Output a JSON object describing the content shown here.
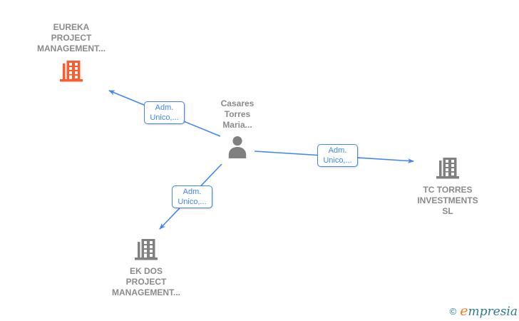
{
  "diagram": {
    "nodes": {
      "eureka": {
        "type": "company",
        "lines": [
          "EUREKA",
          "PROJECT",
          "MANAGEMENT..."
        ],
        "icon": "building-icon",
        "color": "#ff5b2e"
      },
      "person": {
        "type": "person",
        "lines": [
          "Casares",
          "Torres",
          "Maria..."
        ],
        "icon": "person-icon",
        "color": "#808080"
      },
      "tc_torres": {
        "type": "company",
        "lines": [
          "TC TORRES",
          "INVESTMENTS",
          "SL"
        ],
        "icon": "building-icon",
        "color": "#808080"
      },
      "ek_dos": {
        "type": "company",
        "lines": [
          "EK DOS",
          "PROJECT",
          "MANAGEMENT..."
        ],
        "icon": "building-icon",
        "color": "#808080"
      }
    },
    "edges": [
      {
        "from": "person",
        "to": "eureka",
        "label_lines": [
          "Adm.",
          "Unico,..."
        ]
      },
      {
        "from": "person",
        "to": "tc_torres",
        "label_lines": [
          "Adm.",
          "Unico,..."
        ]
      },
      {
        "from": "person",
        "to": "ek_dos",
        "label_lines": [
          "Adm.",
          "Unico,..."
        ]
      }
    ],
    "colors": {
      "edge_blue": "#4285f4",
      "node_text_gray": "#8a8a8a",
      "company_accent_orange": "#ff5b2e",
      "icon_gray": "#808080"
    }
  },
  "watermark": {
    "copyright": "©",
    "brand_first_letter": "e",
    "brand_rest": "mpresia",
    "color_teal": "#2a7b94",
    "color_orange": "#ef7f1c"
  }
}
